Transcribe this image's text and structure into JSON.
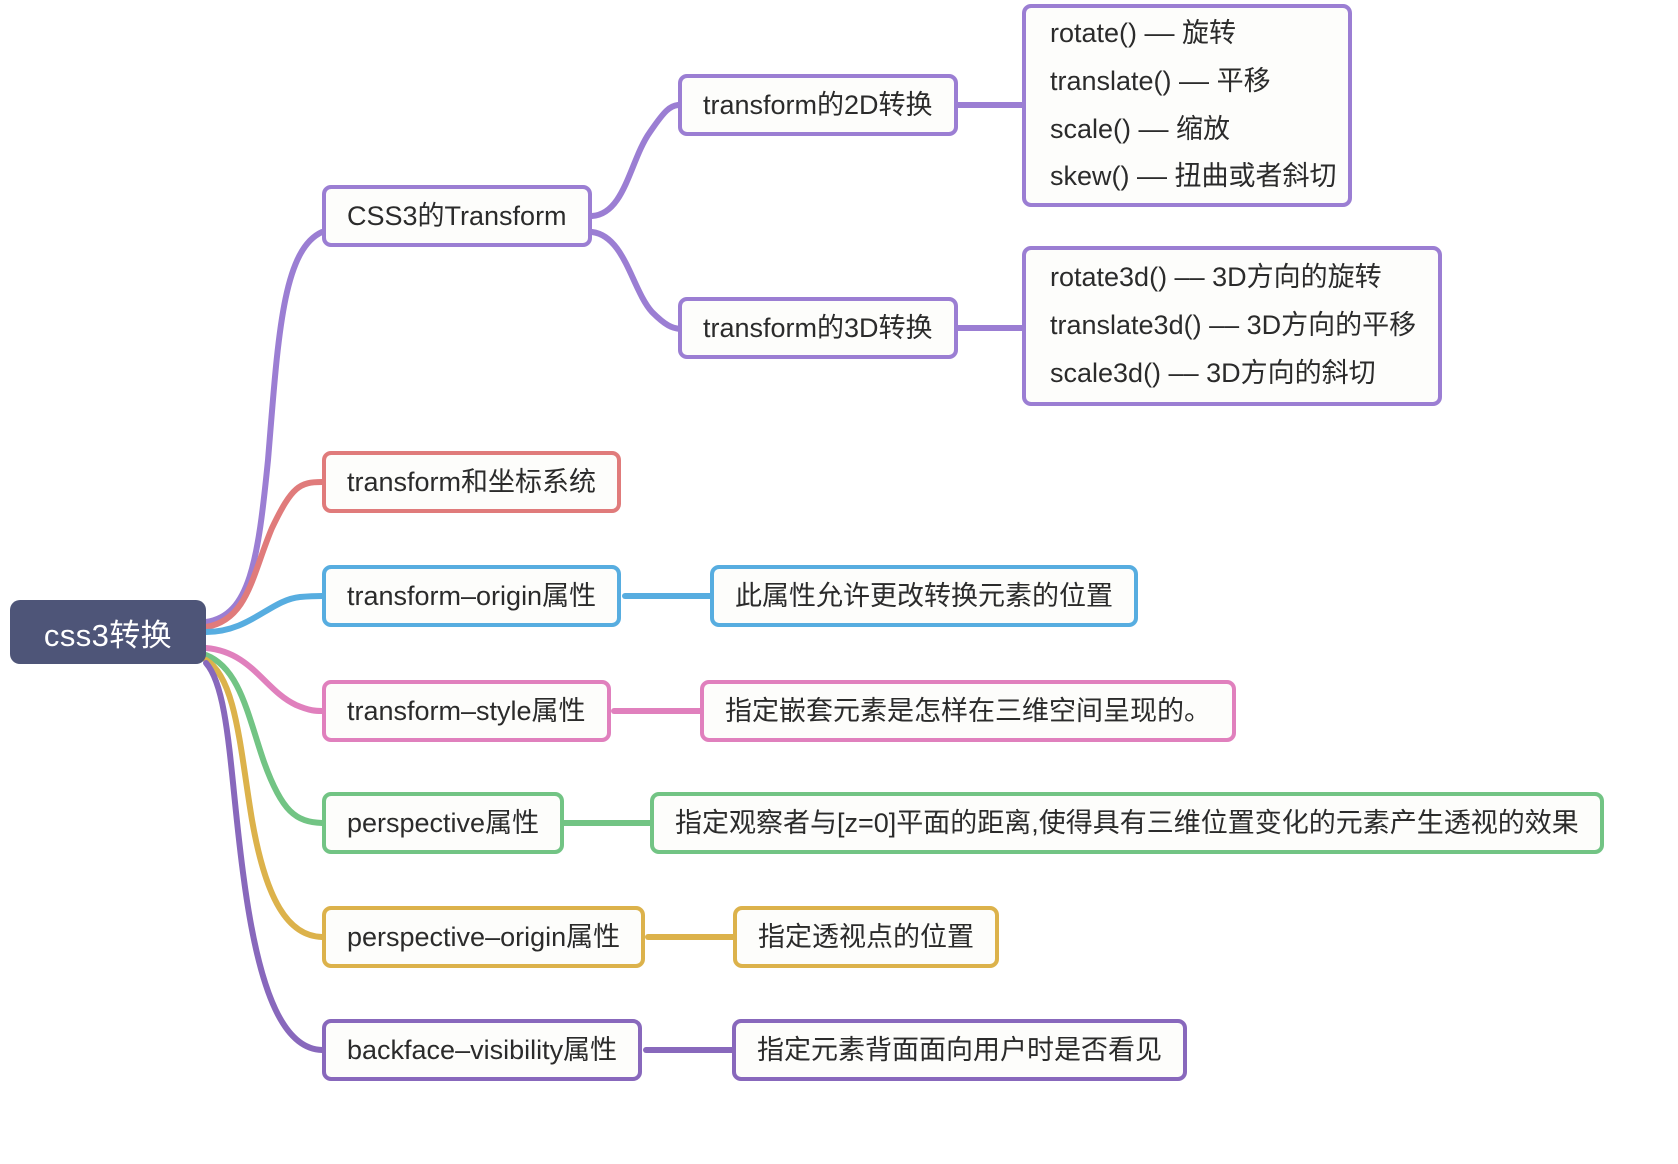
{
  "diagram": {
    "title": "css3转换",
    "type": "mindmap"
  },
  "root": {
    "label": "css3转换",
    "color": "#4e5578",
    "text_color": "#ffffff"
  },
  "colors": {
    "purple": "#9b7ed3",
    "coral": "#e07b7b",
    "blue": "#57ade0",
    "pink": "#e080bd",
    "green": "#72c484",
    "gold": "#dcb24b",
    "deep_purple": "#8868bc",
    "box_fill": "#fdfdfb",
    "text": "#2b2b2b"
  },
  "branches": [
    {
      "id": "transform",
      "label": "CSS3的Transform",
      "color": "#9b7ed3",
      "children": [
        {
          "id": "transform-2d",
          "label": "transform的2D转换",
          "color": "#9b7ed3",
          "detail_lines": [
            "rotate() –– 旋转",
            "translate() –– 平移",
            "scale() –– 缩放",
            "skew() –– 扭曲或者斜切"
          ]
        },
        {
          "id": "transform-3d",
          "label": "transform的3D转换",
          "color": "#9b7ed3",
          "detail_lines": [
            "rotate3d() –– 3D方向的旋转",
            "translate3d() –– 3D方向的平移",
            "scale3d() –– 3D方向的斜切"
          ]
        }
      ]
    },
    {
      "id": "coordinate-system",
      "label": "transform和坐标系统",
      "color": "#e07b7b",
      "detail": null
    },
    {
      "id": "transform-origin",
      "label": "transform–origin属性",
      "color": "#57ade0",
      "detail": "此属性允许更改转换元素的位置"
    },
    {
      "id": "transform-style",
      "label": "transform–style属性",
      "color": "#e080bd",
      "detail": "指定嵌套元素是怎样在三维空间呈现的。"
    },
    {
      "id": "perspective",
      "label": "perspective属性",
      "color": "#72c484",
      "detail": "指定观察者与[z=0]平面的距离,使得具有三维位置变化的元素产生透视的效果"
    },
    {
      "id": "perspective-origin",
      "label": "perspective–origin属性",
      "color": "#dcb24b",
      "detail": "指定透视点的位置"
    },
    {
      "id": "backface-visibility",
      "label": "backface–visibility属性",
      "color": "#8868bc",
      "detail": "指定元素背面面向用户时是否看见"
    }
  ],
  "detail_boxes": {
    "transform_2d_text": "rotate() –– 旋转\ntranslate() –– 平移\nscale() –– 缩放\nskew() –– 扭曲或者斜切",
    "transform_3d_text": "rotate3d() –– 3D方向的旋转\ntranslate3d() –– 3D方向的平移\nscale3d() –– 3D方向的斜切"
  }
}
